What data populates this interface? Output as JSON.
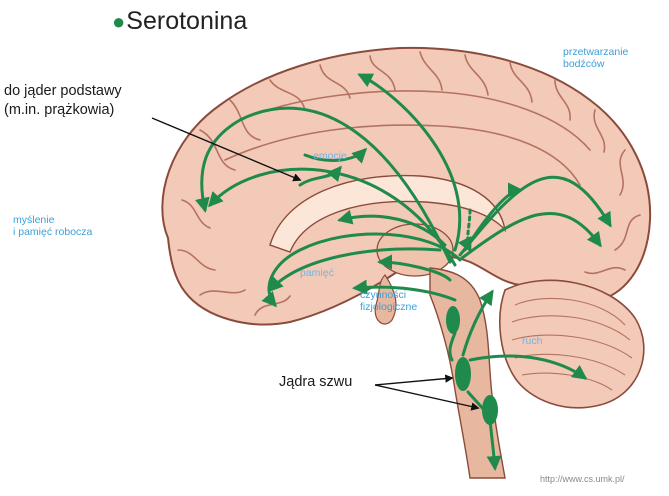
{
  "title": "Serotonina",
  "labels": {
    "basal_ganglia_line1": "do jąder podstawy",
    "basal_ganglia_line2": "(m.in. prążkowia)",
    "stimulus_processing_line1": "przetwarzanie",
    "stimulus_processing_line2": "bodźców",
    "emotions": "emocje",
    "thinking_line1": "myślenie",
    "thinking_line2": "i pamięć robocza",
    "memory": "pamięć",
    "physiological_line1": "czynności",
    "physiological_line2": "fizjologiczne",
    "movement": "ruch",
    "raphe_nuclei": "Jądra szwu"
  },
  "source_url": "http://www.cs.umk.pl/",
  "colors": {
    "pathway": "#1f8a4c",
    "brain_fill": "#f3c9b7",
    "brain_outline": "#8a4b3c",
    "label_blue": "#3aa0d8",
    "brainstem": "#e8b79f",
    "raphe": "#1f8a4c"
  }
}
